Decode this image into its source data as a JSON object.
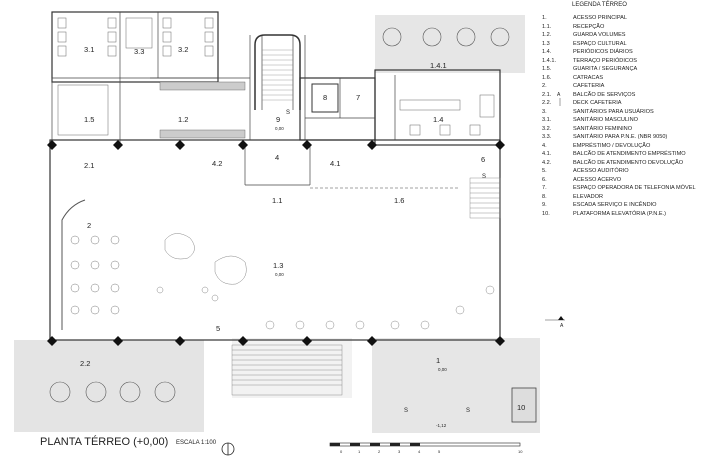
{
  "legend": {
    "title": "LEGENDA TÉRREO",
    "items": [
      {
        "num": "1.",
        "text": "ACESSO PRINCIPAL"
      },
      {
        "num": "1.1.",
        "text": "RECEPÇÃO"
      },
      {
        "num": "1.2.",
        "text": "GUARDA VOLUMES"
      },
      {
        "num": "1.3",
        "text": "ESPAÇO CULTURAL"
      },
      {
        "num": "1.4.",
        "text": "PERIÓDICOS DIÁRIOS"
      },
      {
        "num": "1.4.1.",
        "text": "TERRAÇO PERIÓDICOS"
      },
      {
        "num": "1.5.",
        "text": "GUARITA / SEGURANÇA"
      },
      {
        "num": "1.6.",
        "text": "CATRACAS"
      },
      {
        "num": "2.",
        "text": "CAFETERIA"
      },
      {
        "num": "2.1.",
        "text": "BALCÃO DE SERVIÇOS"
      },
      {
        "num": "2.2.",
        "text": "DECK CAFETERIA"
      },
      {
        "num": "3.",
        "text": "SANITÁRIOS PARA USUÁRIOS"
      },
      {
        "num": "3.1.",
        "text": "SANITÁRIO MASCULINO"
      },
      {
        "num": "3.2.",
        "text": "SANITÁRIO FEMININO"
      },
      {
        "num": "3.3.",
        "text": "SANITÁRIO PARA P.N.E. (NBR 9050)"
      },
      {
        "num": "4.",
        "text": "EMPRÉSTIMO / DEVOLUÇÃO"
      },
      {
        "num": "4.1.",
        "text": "BALCÃO DE ATENDIMENTO EMPRÉSTIMO"
      },
      {
        "num": "4.2.",
        "text": "BALCÃO DE ATENDIMENTO DEVOLUÇÃO"
      },
      {
        "num": "5.",
        "text": "ACESSO AUDITÓRIO"
      },
      {
        "num": "6.",
        "text": "ACESSO ACERVO"
      },
      {
        "num": "7.",
        "text": "ESPAÇO OPERADORA DE TELEFONIA MÓVEL"
      },
      {
        "num": "8.",
        "text": "ELEVADOR"
      },
      {
        "num": "9.",
        "text": "ESCADA SERVIÇO E INCÊNDIO"
      },
      {
        "num": "10.",
        "text": "PLATAFORMA ELEVATÓRIA (P.N.E.)"
      }
    ]
  },
  "plan": {
    "title": "PLANTA TÉRREO (+0,00)",
    "scale": "ESCALA 1:100",
    "rooms": {
      "r3_1": "3.1",
      "r3_3": "3.3",
      "r3_2": "3.2",
      "r1_4_1": "1.4.1",
      "r1_5": "1.5",
      "r1_2": "1.2",
      "r8": "8",
      "r7": "7",
      "r9": "9",
      "r1_4": "1.4",
      "r2_1": "2.1",
      "r4_2": "4.2",
      "r4": "4",
      "r4_1": "4.1",
      "r6": "6",
      "r1_1": "1.1",
      "r1_6": "1.6",
      "r2": "2",
      "r1_3": "1.3",
      "r5": "5",
      "r2_2": "2.2",
      "r1": "1",
      "r10": "10"
    },
    "levels": {
      "lv9": "0,00",
      "lv1_3": "0,00",
      "lv1": "0,00",
      "lv_ramp": "-1,12"
    },
    "stair_marks": {
      "s_stair9": "S",
      "s_6": "S",
      "s_front1": "S",
      "s_front2": "S"
    },
    "section_marks": {
      "a_top": "A",
      "a_bottom": "A"
    },
    "scale_bar_ticks": [
      "0",
      "1",
      "2",
      "3",
      "4",
      "5",
      "10"
    ]
  }
}
